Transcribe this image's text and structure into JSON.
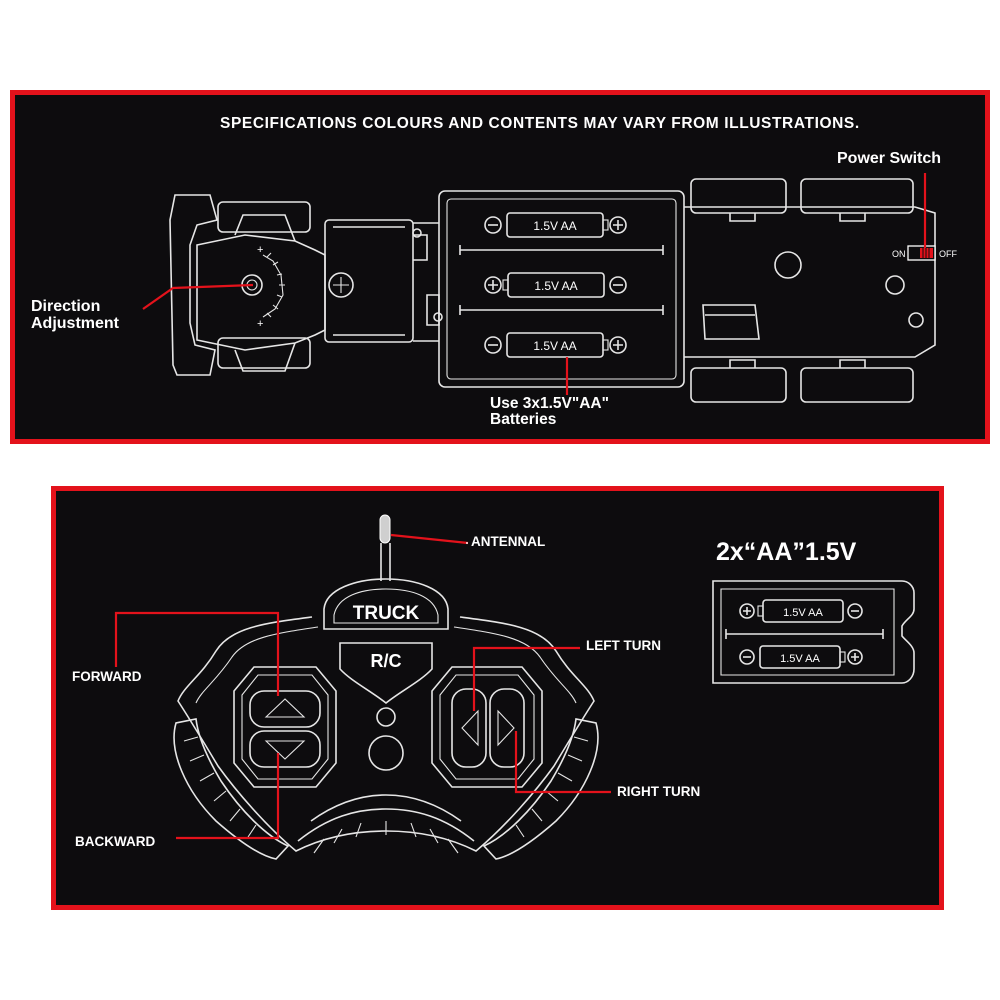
{
  "vehicle_panel": {
    "disclaimer": "SPECIFICATIONS COLOURS AND CONTENTS MAY VARY FROM ILLUSTRATIONS.",
    "power_switch_label": "Power Switch",
    "switch_on": "ON",
    "switch_off": "OFF",
    "direction_label_line1": "Direction",
    "direction_label_line2": "Adjustment",
    "battery_label_line1": "Use 3x1.5V\"AA\"",
    "battery_label_line2": "Batteries",
    "battery_cells": [
      "1.5V AA",
      "1.5V AA",
      "1.5V AA"
    ]
  },
  "remote_panel": {
    "antenna_label": "ANTENNAL",
    "forward_label": "FORWARD",
    "backward_label": "BACKWARD",
    "left_turn_label": "LEFT TURN",
    "right_turn_label": "RIGHT TURN",
    "remote_brand": "TRUCK",
    "remote_model": "R/C",
    "battery_title": "2x“AA”1.5V",
    "battery_cells": [
      "1.5V AA",
      "1.5V AA"
    ]
  },
  "colors": {
    "panel_background": "#0d0c0e",
    "panel_border": "#e3121b",
    "lead_line": "#e3121b",
    "outline": "#e6e6e6"
  }
}
